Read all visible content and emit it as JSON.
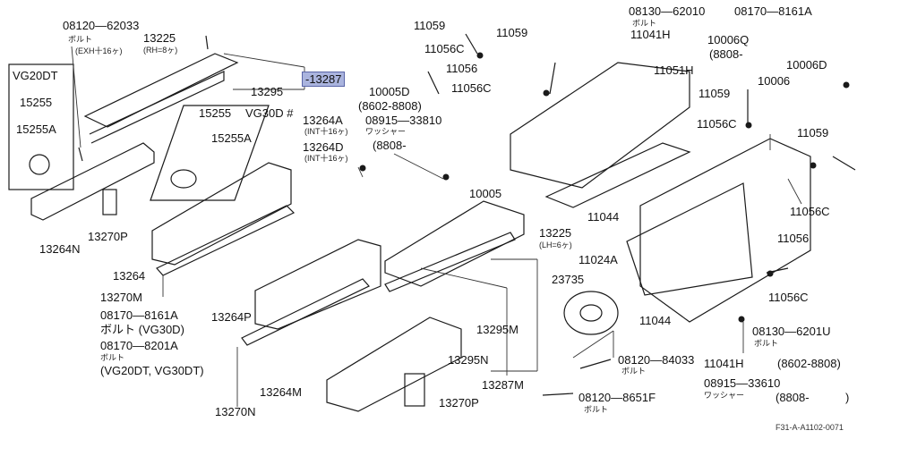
{
  "labels": {
    "p08120_62033": "08120—62033",
    "bolt_1": "ボルト",
    "exh16": "(EXH十16ヶ)",
    "p13225_top": "13225",
    "rh8": "(RH=8ヶ)",
    "vg20dt": "VG20DT",
    "p15255_l": "15255",
    "p15255a_l": "15255A",
    "p13295_top": "13295",
    "p13287_hl": "-13287",
    "p15255_m": "15255",
    "vg30d": "VG30D #",
    "p15255a_m": "15255A",
    "p13264a": "13264A",
    "int16_a": "(INT十16ヶ)",
    "p13264d": "13264D",
    "int16_d": "(INT十16ヶ)",
    "p13264n": "13264N",
    "p13270p_l": "13270P",
    "p13264": "13264",
    "p13270m": "13270M",
    "p08170_8161a_l": "08170—8161A",
    "vg30d_note": "ボルト (VG30D)",
    "p08170_8201a": "08170—8201A",
    "bolt_2": "ボルト",
    "vg20dt_vg30dt": "(VG20DT, VG30DT)",
    "p13264p": "13264P",
    "p13264m": "13264M",
    "p13270n": "13270N",
    "p13270p_b": "13270P",
    "p13295m": "13295M",
    "p13295n": "13295N",
    "p13287m": "13287M",
    "p13225_lh": "13225",
    "lh6": "(LH=6ヶ)",
    "p11059_a": "11059",
    "p11059_b": "11059",
    "p11056c_a": "11056C",
    "p11056": "11056",
    "p11056c_b": "11056C",
    "p10005d": "10005D",
    "p8602_8808_a": "(8602-8808)",
    "p08915_33810": "08915—33810",
    "washer_1": "ワッシャー",
    "p8808_a": "(8808-",
    "p10005": "10005",
    "p08130_62010_t": "08130—62010",
    "bolt_3": "ボルト",
    "p11041h_t": "11041H",
    "p11051h": "11051H",
    "p08170_8161a_r": "08170—8161A",
    "p10006q": "10006Q",
    "p8808_b": "(8808-",
    "p10006d": "10006D",
    "p10006": "10006",
    "p11059_c": "11059",
    "p11056c_c": "11056C",
    "p11059_d": "11059",
    "p11044_a": "11044",
    "p11056c_d": "11056C",
    "p11056_r": "11056",
    "p11024a": "11024A",
    "p11056c_e": "11056C",
    "p23735": "23735",
    "p11044_b": "11044",
    "p08130_6201u": "08130—6201U",
    "bolt_4": "ボルト",
    "p08120_84033": "08120—84033",
    "bolt_5": "ボルト",
    "p11041h_b": "11041H",
    "p8602_8808_b": "(8602-8808)",
    "p08915_33610": "08915—33610",
    "washer_2": "ワッシャー",
    "p8808_c": "(8808-",
    "paren_close": ")",
    "p08120_8651f": "08120—8651F",
    "bolt_6": "ボルト",
    "figure_code": "F31-A-A1102-0071"
  },
  "highlight_color": "#aab4de"
}
